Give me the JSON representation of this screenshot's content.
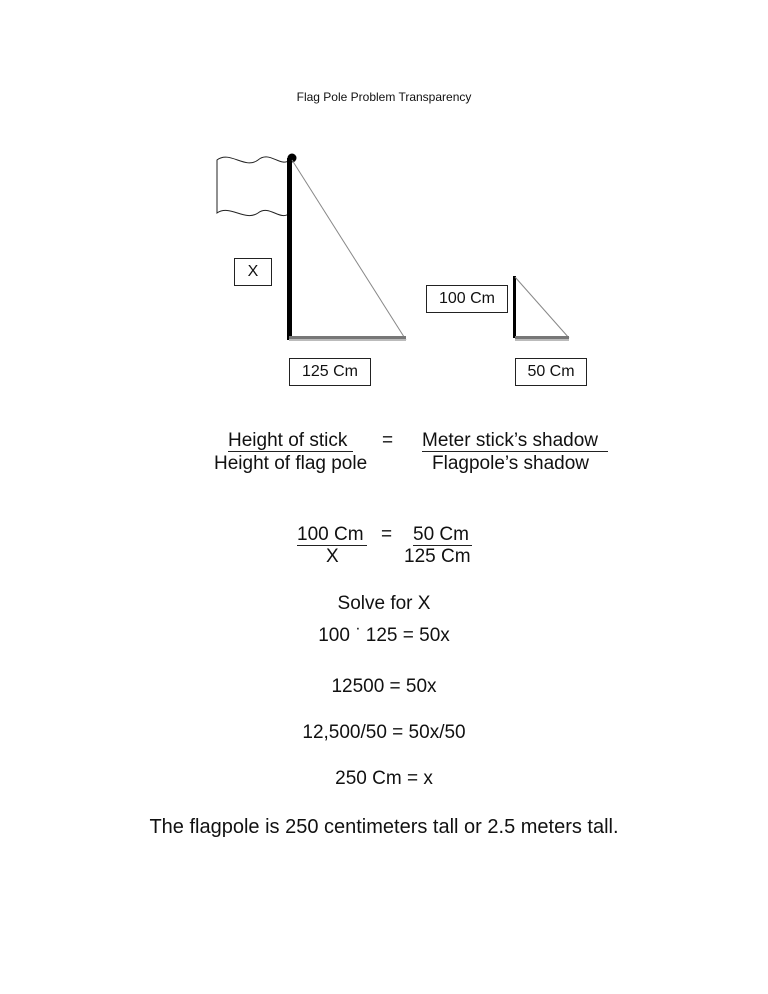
{
  "document": {
    "title": "Flag Pole Problem Transparency",
    "diagram": {
      "flagpole_label": "X",
      "flagpole_shadow_label": "125 Cm",
      "stick_label": "100 Cm",
      "stick_shadow_label": "50 Cm"
    },
    "ratio_words": {
      "left_numerator": "Height of stick",
      "left_denominator": "Height of flag pole",
      "equals": "=",
      "right_numerator": "Meter stick’s shadow",
      "right_denominator": "Flagpole’s shadow"
    },
    "ratio_numbers": {
      "left_numerator": "100 Cm",
      "left_denominator": "X",
      "equals": "=",
      "right_numerator": "50 Cm",
      "right_denominator": "125 Cm"
    },
    "steps": {
      "solve_heading": "Solve for X",
      "step1_left": "100",
      "step1_dot": "·",
      "step1_right": "125 = 50x",
      "step2": "12500 = 50x",
      "step3": "12,500/50 = 50x/50",
      "step4": "250 Cm = x"
    },
    "conclusion": "The flagpole is 250 centimeters tall or 2.5 meters tall."
  }
}
